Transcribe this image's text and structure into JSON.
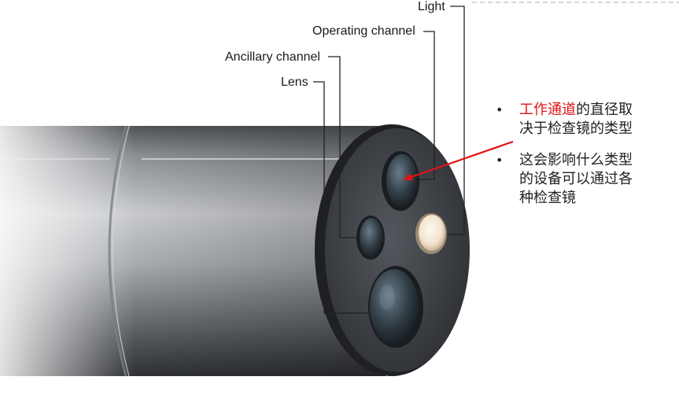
{
  "labels": {
    "light": "Light",
    "operating_channel": "Operating channel",
    "ancillary_channel": "Ancillary channel",
    "lens": "Lens"
  },
  "bullets": [
    {
      "marker": "•",
      "highlight": "工作通道",
      "text_line1": "的直径取",
      "text_line2": "决于检查镜的类型"
    },
    {
      "marker": "•",
      "text_line1": "这会影响什么类型",
      "text_line2": "的设备可以通过各",
      "text_line3": "种检查镜"
    }
  ],
  "colors": {
    "highlight": "#e01414",
    "arrow": "#e01414",
    "tube_dark": "#3a3c40",
    "light_port": "#f3e6d2"
  }
}
